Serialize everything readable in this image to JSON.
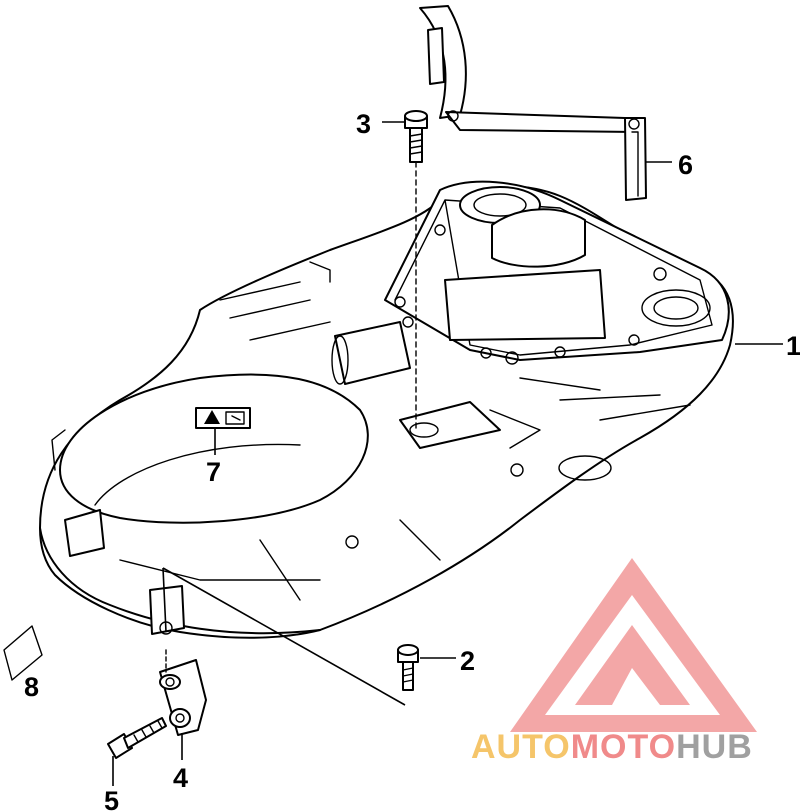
{
  "diagram": {
    "callouts": [
      {
        "id": "1",
        "label": "1"
      },
      {
        "id": "2",
        "label": "2"
      },
      {
        "id": "3",
        "label": "3"
      },
      {
        "id": "4",
        "label": "4"
      },
      {
        "id": "5",
        "label": "5"
      },
      {
        "id": "6",
        "label": "6"
      },
      {
        "id": "7",
        "label": "7"
      },
      {
        "id": "8",
        "label": "8"
      }
    ]
  },
  "watermark": {
    "text_part1": "AUTO",
    "text_part2": "MOTO",
    "text_part3": "HUB",
    "colors": {
      "logo_triangle": "#f08a8a",
      "auto": "#f5c56a",
      "moto": "#f08a8a",
      "hub": "#a0a0a0"
    }
  }
}
